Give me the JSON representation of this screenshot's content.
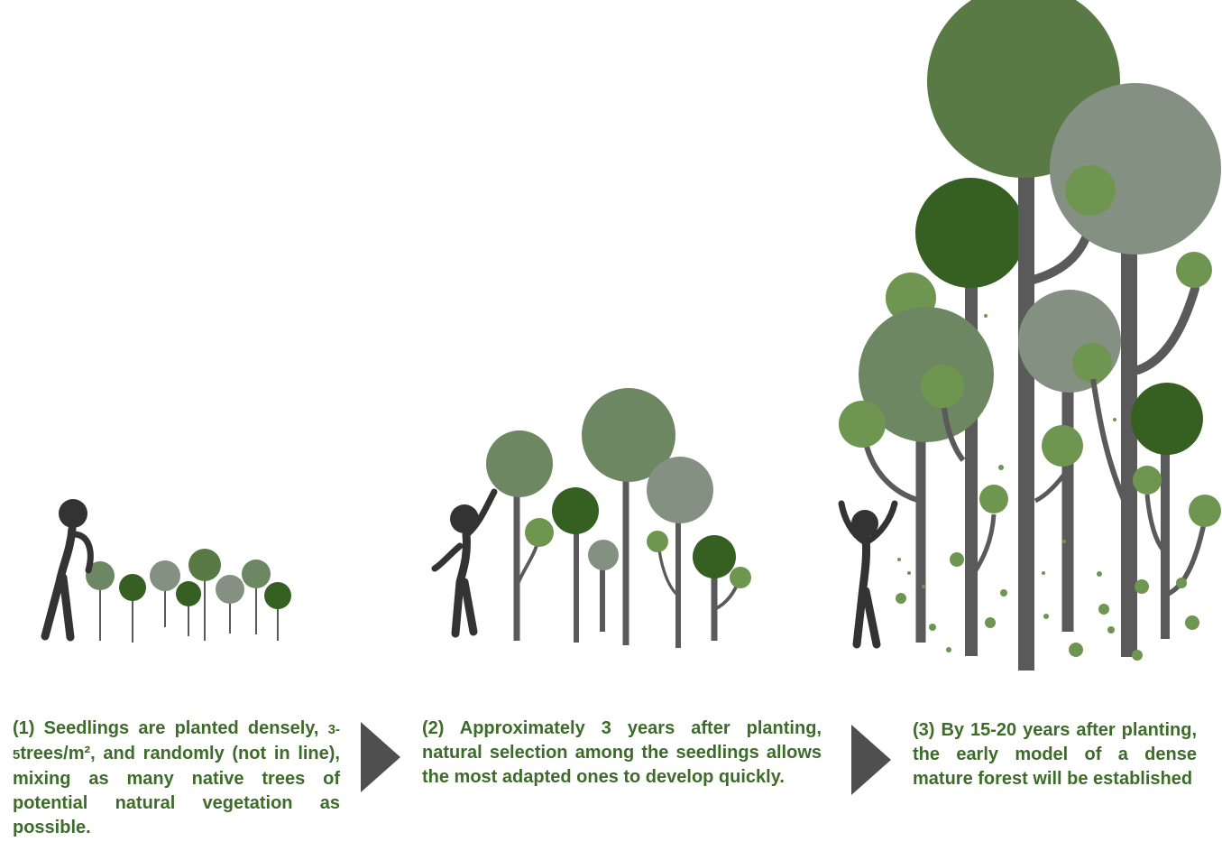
{
  "colors": {
    "text": "#3d6b2a",
    "trunk": "#5a5a5a",
    "person": "#333333",
    "arrow": "#4f4f4f",
    "leaf_dark": "#365f22",
    "leaf_mid": "#5a7a45",
    "leaf_sage": "#6e8763",
    "leaf_gray": "#849182",
    "leaf_light": "#6f9650"
  },
  "icons": [
    "person-planting-icon",
    "person-reaching-icon",
    "person-arms-up-icon",
    "tree-icon",
    "arrow-right-icon"
  ],
  "steps": [
    {
      "number": "(1)",
      "text_before": "Seedlings are planted densely,",
      "small": "3-5",
      "text_after": "trees/m², and randomly (not in line), mixing as many native trees of potential natural vegetation as possible."
    },
    {
      "number": "(2)",
      "text": "Approximately 3 years after planting, natural selection among the seedlings allows the most adapted ones to develop quickly."
    },
    {
      "number": "(3)",
      "text": "By 15-20 years after planting, the early model of a dense mature forest will be established"
    }
  ]
}
